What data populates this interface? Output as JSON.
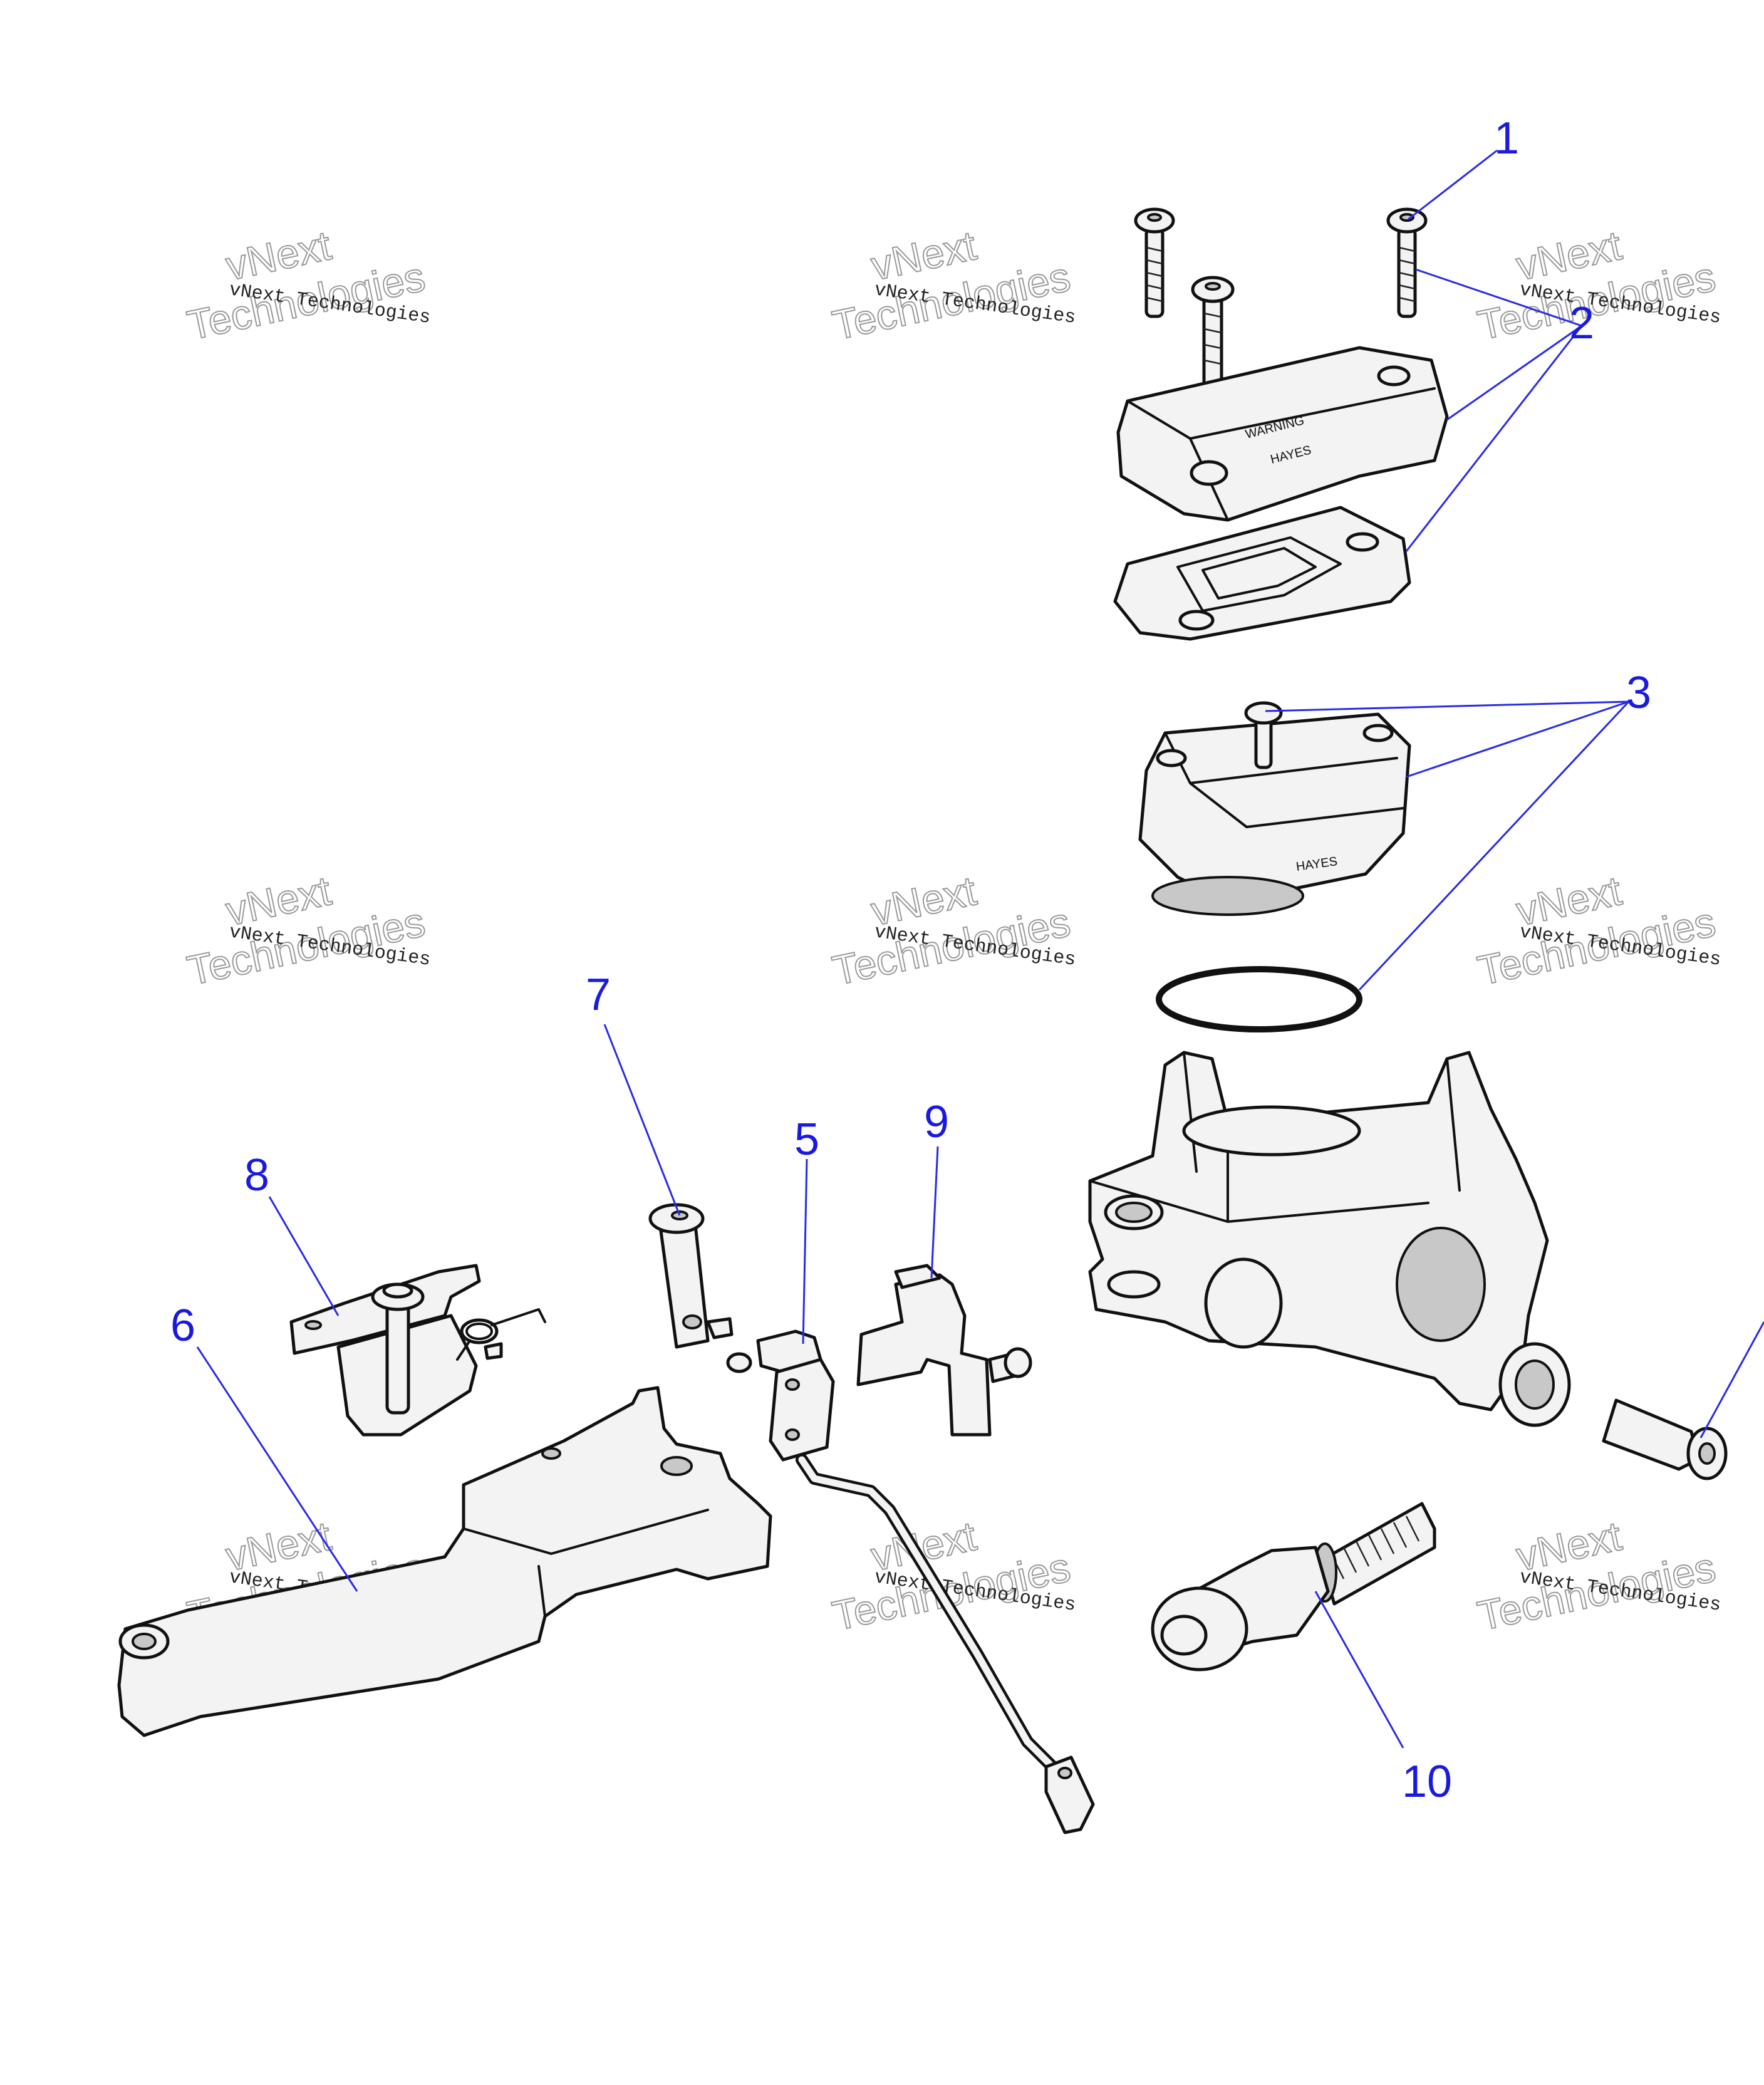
{
  "diagram": {
    "callouts": [
      {
        "id": "1",
        "label": "1"
      },
      {
        "id": "2",
        "label": "2"
      },
      {
        "id": "3",
        "label": "3"
      },
      {
        "id": "5",
        "label": "5"
      },
      {
        "id": "6",
        "label": "6"
      },
      {
        "id": "7",
        "label": "7"
      },
      {
        "id": "8",
        "label": "8"
      },
      {
        "id": "9",
        "label": "9"
      },
      {
        "id": "10",
        "label": "10"
      }
    ],
    "part_labels": {
      "cover_brand": "HAYES",
      "reservoir_brand": "HAYES",
      "cover_warning": "WARNING"
    },
    "watermark": {
      "line1": "vNext Technologies",
      "line2_a": "vNext",
      "line2_b": "Technologies"
    },
    "colors": {
      "callout": "#1a1adf",
      "leader": "#2a2ae8",
      "part_fill": "#f3f3f3",
      "outline": "#111111"
    }
  }
}
